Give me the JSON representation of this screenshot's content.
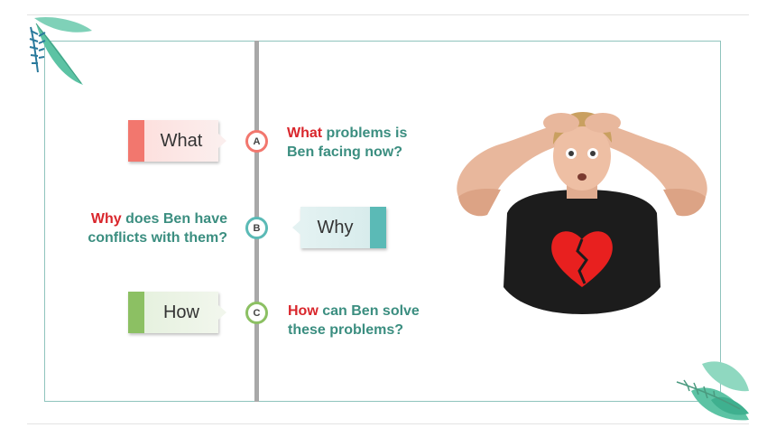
{
  "tags": {
    "what": "What",
    "why": "Why",
    "how": "How"
  },
  "nodes": {
    "a": "A",
    "b": "B",
    "c": "C"
  },
  "questions": {
    "a": {
      "keyword": "What",
      "line1_rest": " problems is",
      "line2": "Ben facing now?"
    },
    "b": {
      "keyword": "Why",
      "line1_rest": " does Ben have",
      "line2": "conflicts with them?"
    },
    "c": {
      "keyword": "How",
      "line1_rest": " can Ben solve",
      "line2": "these problems?"
    }
  },
  "colors": {
    "red_accent": "#f2776e",
    "teal_accent": "#5bbab6",
    "green_accent": "#8cc063",
    "question_text": "#3b8e80",
    "keyword_text": "#d9262c"
  },
  "icons": {
    "person": "stressed-man-illustration",
    "heart": "broken-heart-icon",
    "leaf_tl": "leaf-decoration-icon",
    "leaf_br": "leaf-decoration-icon"
  }
}
